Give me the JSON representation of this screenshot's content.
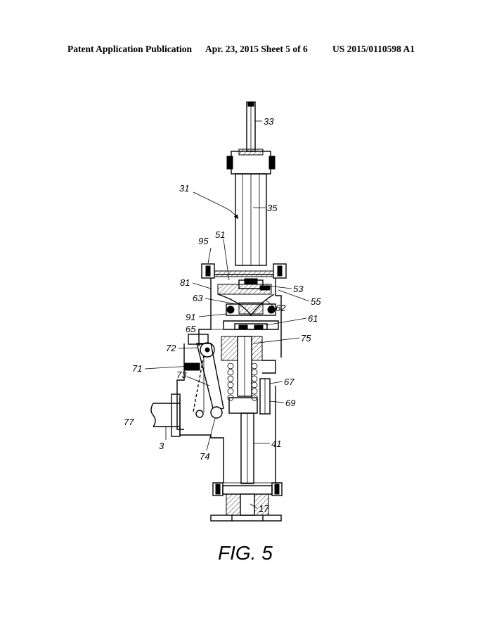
{
  "header": {
    "left": "Patent Application Publication",
    "middle": "Apr. 23, 2015  Sheet 5 of 6",
    "right": "US 2015/0110598 A1"
  },
  "figure": {
    "caption": "FIG. 5",
    "refs": {
      "r33": "33",
      "r31": "31",
      "r35": "35",
      "r95": "95",
      "r51": "51",
      "r81": "81",
      "r53": "53",
      "r63": "63",
      "r55": "55",
      "r62": "62",
      "r91": "91",
      "r61": "61",
      "r65": "65",
      "r75": "75",
      "r72": "72",
      "r71": "71",
      "r73": "73",
      "r67": "67",
      "r69": "69",
      "r77": "77",
      "r41": "41",
      "r3": "3",
      "r74": "74",
      "r17": "17"
    }
  }
}
